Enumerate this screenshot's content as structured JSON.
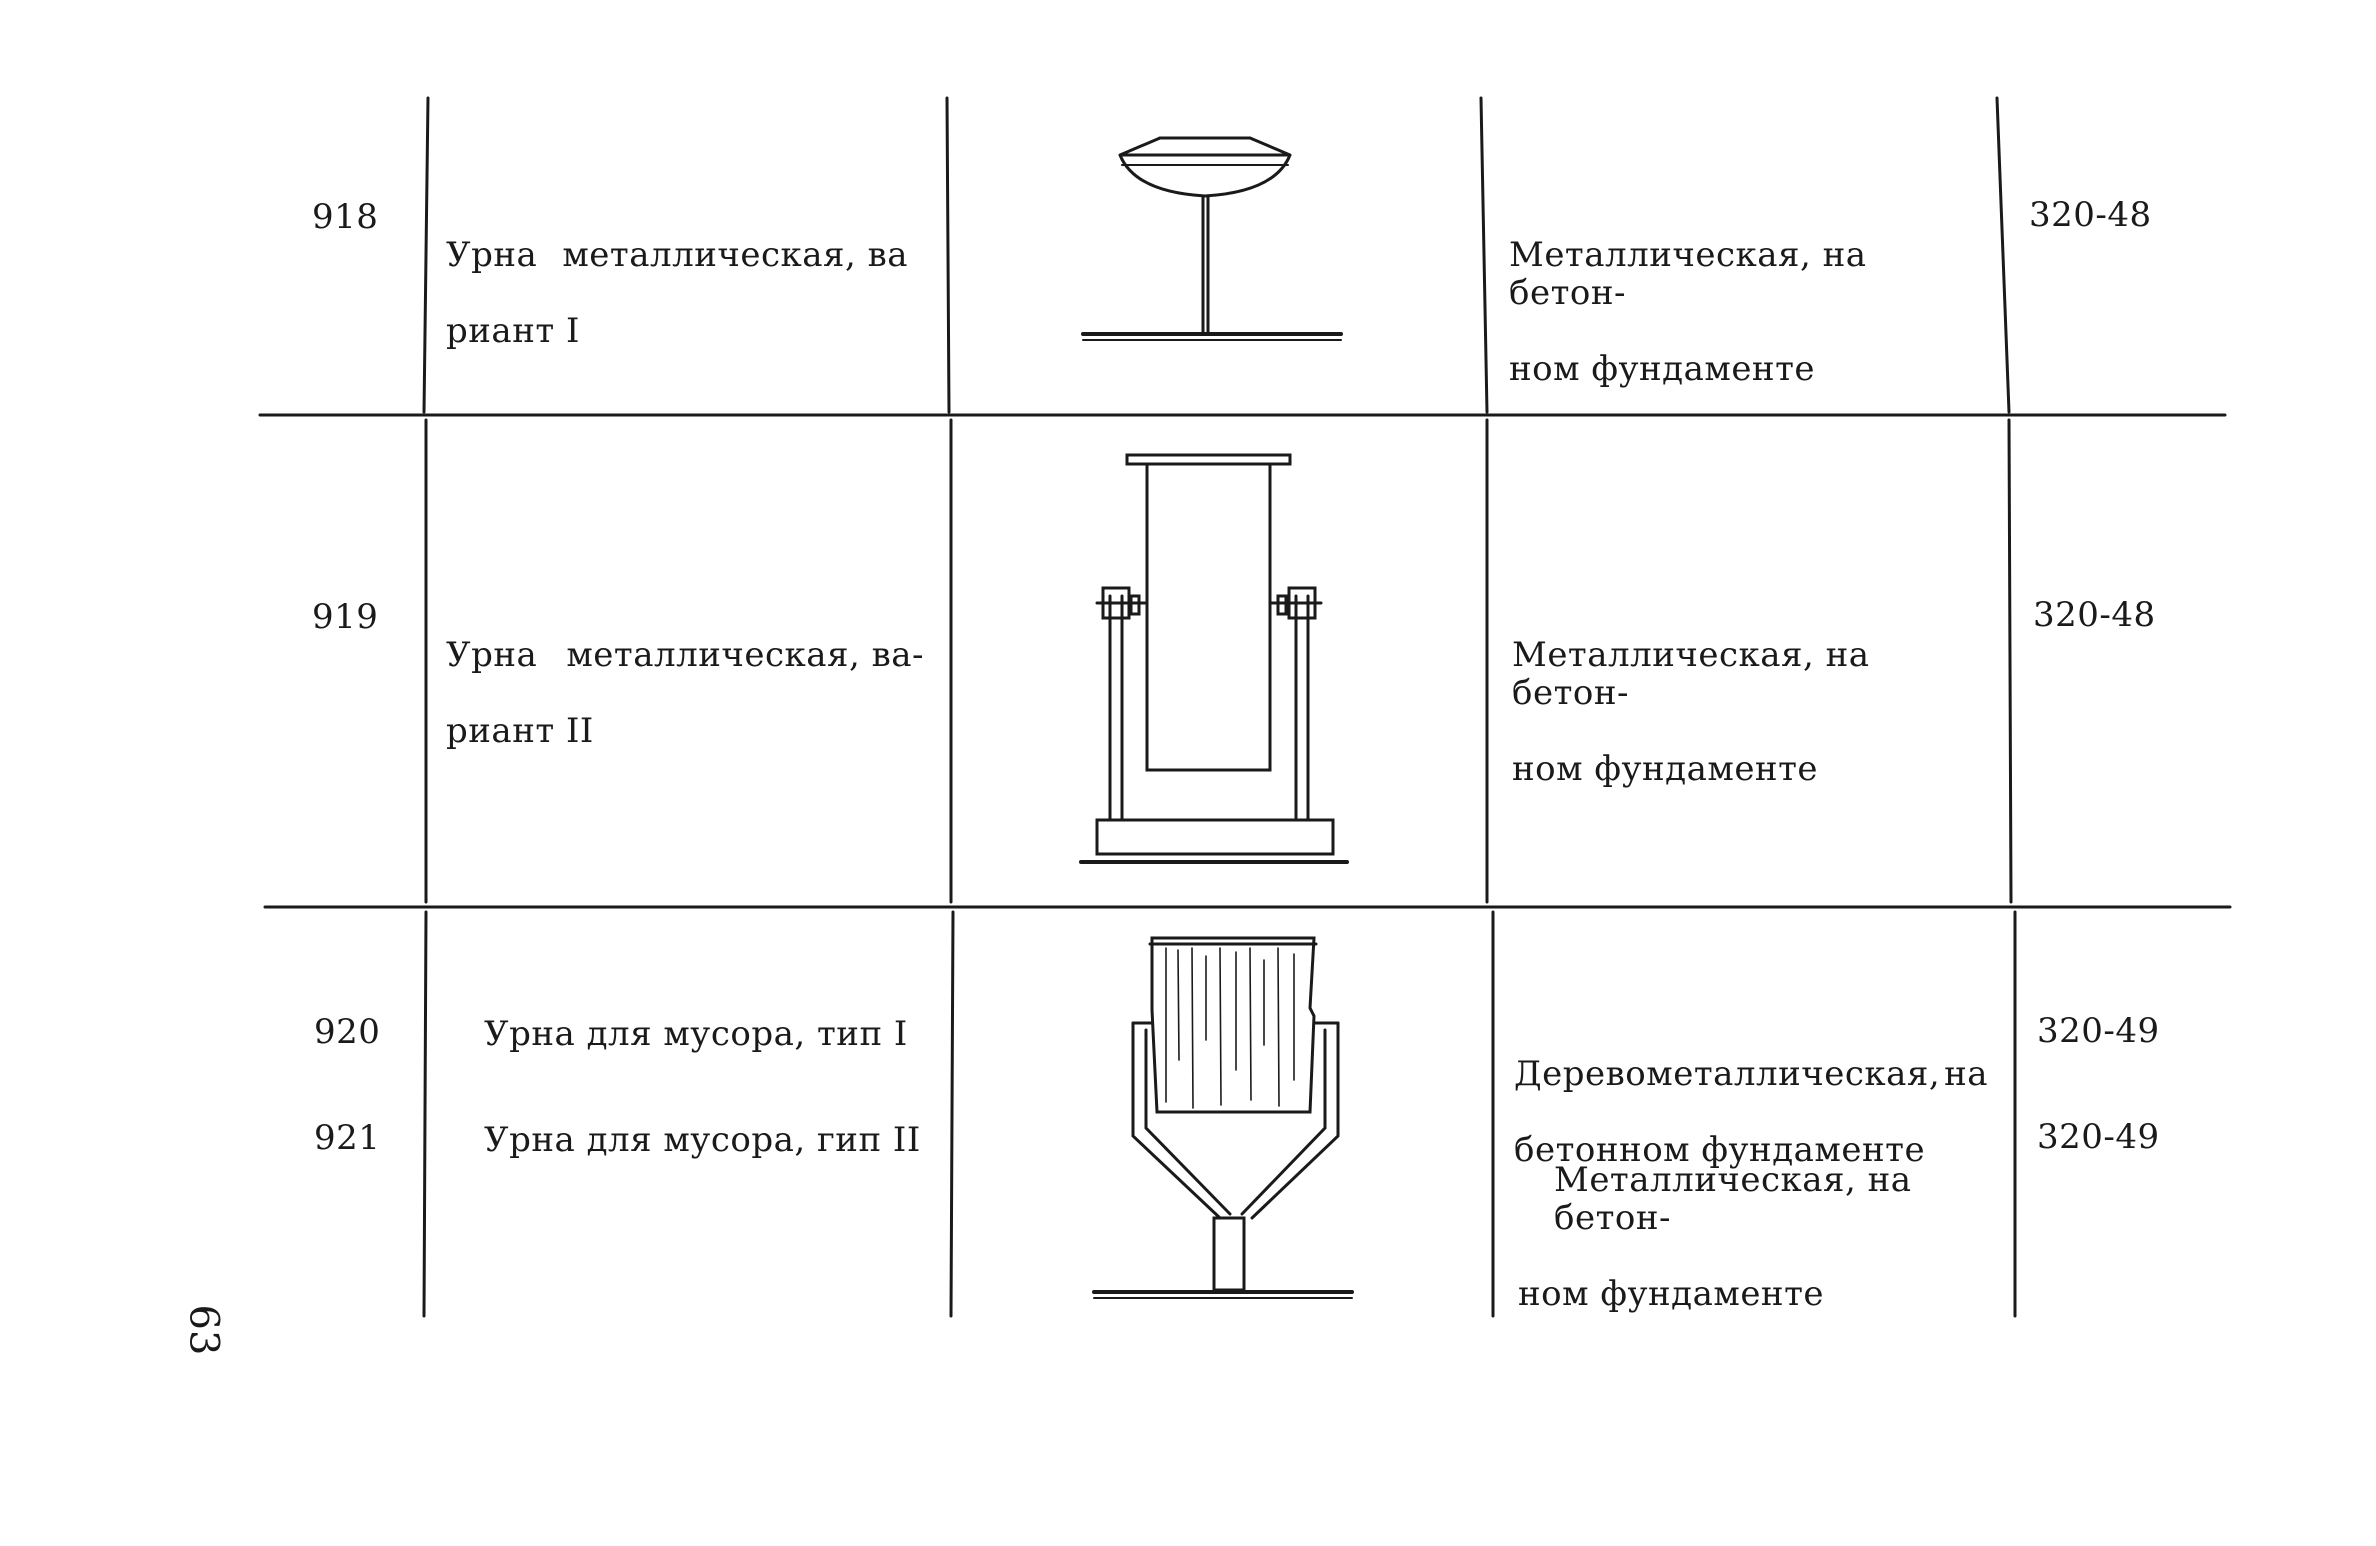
{
  "rows": [
    {
      "number": "918",
      "name_line1_a": "Урна",
      "name_line1_b": "металлическая, ва",
      "name_line2": "риант I",
      "desc_line1": "Металлическая, на бетон-",
      "desc_line2": "ном фундаменте",
      "code": "320-48"
    },
    {
      "number": "919",
      "name_line1_a": "Урна",
      "name_line1_b": "металлическая, ва-",
      "name_line2": "риант II",
      "desc_line1": "Металлическая, на бетон-",
      "desc_line2": "ном фундаменте",
      "code": "320-48"
    },
    {
      "number": "920",
      "name_line1": "Урна для мусора, тип I",
      "desc_line1_a": "Деревометаллическая,",
      "desc_line1_b": "на",
      "desc_line2": "бетонном фундаменте",
      "code": "320-49"
    },
    {
      "number": "921",
      "name_line1": "Урна для мусора, гип II",
      "desc_line1": "Металлическая, на бетон-",
      "desc_line2": "ном фундаменте",
      "code": "320-49"
    }
  ],
  "page_number": "63",
  "ink_color": "#1a1a1a"
}
